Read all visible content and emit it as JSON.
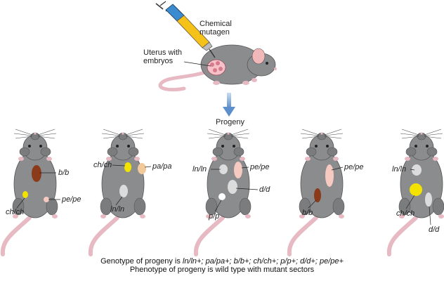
{
  "top": {
    "injection_label": "Chemical\nmutagen",
    "uterus_label": "Uterus with\nembryos",
    "progeny_label": "Progeny"
  },
  "mice": [
    {
      "labels": [
        "b/b",
        "ch/ch",
        "pe/pe"
      ]
    },
    {
      "labels": [
        "ch/ch",
        "pa/pa",
        "ln/ln"
      ]
    },
    {
      "labels": [
        "ln/ln",
        "pe/pe",
        "d/d",
        "p/p"
      ]
    },
    {
      "labels": [
        "pe/pe",
        "b/b"
      ]
    },
    {
      "labels": [
        "ln/ln",
        "ch/ch",
        "d/d"
      ]
    }
  ],
  "caption": {
    "line1_prefix": "Genotype of progeny is ",
    "line1_genotypes": "ln/ln+; pa/pa+; b/b+; ch/ch+; p/p+; d/d+; pe/pe+",
    "line2": "Phenotype of progeny is wild type with mutant sectors"
  },
  "colors": {
    "fur": "#8a8c8e",
    "fur_dark": "#6e7072",
    "ear_inner": "#f0b8b8",
    "tail": "#e7b9c3",
    "sector_brown": "#8b3a1a",
    "sector_yellow": "#f4e300",
    "sector_light": "#dcdcdc",
    "sector_pink": "#f6c9c1",
    "sector_peach": "#f2c99a",
    "syringe_fluid": "#f5c21a",
    "syringe_plunger": "#3a8bd0",
    "arrow": "#7ba7d9"
  }
}
